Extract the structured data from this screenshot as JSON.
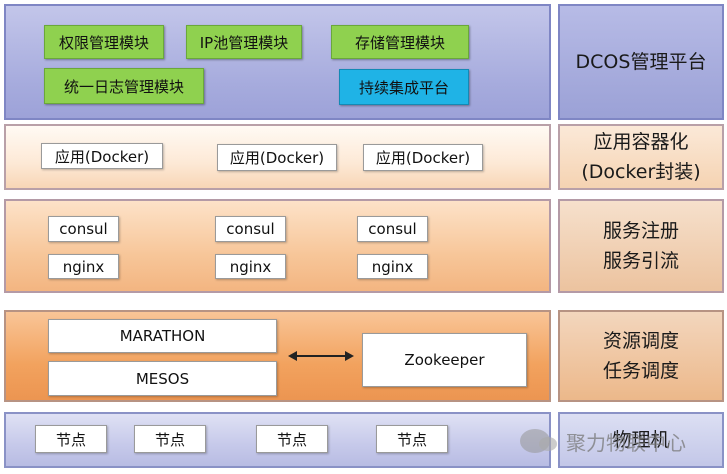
{
  "management": {
    "modules": [
      "权限管理模块",
      "IP池管理模块",
      "存储管理模块",
      "统一日志管理模块"
    ],
    "ci_platform": "持续集成平台",
    "label": "DCOS管理平台"
  },
  "application": {
    "apps": [
      "应用(Docker)",
      "应用(Docker)",
      "应用(Docker)"
    ],
    "label": "应用容器化\n(Docker封装)"
  },
  "service": {
    "consul": [
      "consul",
      "consul",
      "consul"
    ],
    "nginx": [
      "nginx",
      "nginx",
      "nginx"
    ],
    "label": "服务注册\n服务引流"
  },
  "resource": {
    "marathon": "MARATHON",
    "mesos": "MESOS",
    "zookeeper": "Zookeeper",
    "label": "资源调度\n任务调度"
  },
  "nodes": {
    "items": [
      "节点",
      "节点",
      "节点",
      "节点"
    ],
    "label": "物理机"
  },
  "watermark": "聚力物联中心",
  "colors": {
    "module_green": "#8fd14f",
    "ci_blue": "#1fb3e6",
    "management_layer": "#a6abdd",
    "resource_layer": "#f2a25e"
  }
}
